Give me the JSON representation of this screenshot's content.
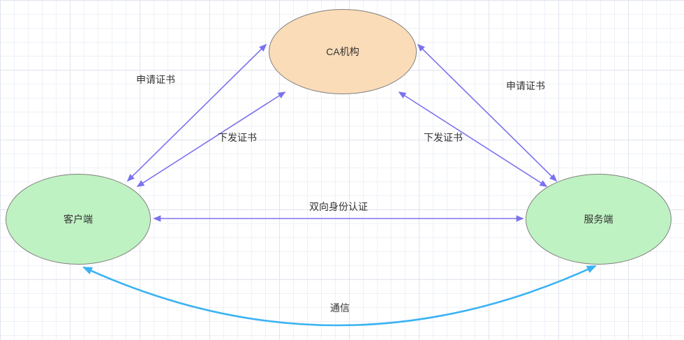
{
  "diagram": {
    "nodes": {
      "ca": {
        "label": "CA机构",
        "shape": "ellipse",
        "fill": "#fbdcb8",
        "stroke": "#7f7f7f"
      },
      "client": {
        "label": "客户端",
        "shape": "ellipse",
        "fill": "#bff2c2",
        "stroke": "#7f7f7f"
      },
      "server": {
        "label": "服务端",
        "shape": "ellipse",
        "fill": "#bff2c2",
        "stroke": "#7f7f7f"
      }
    },
    "edges": {
      "client_apply": {
        "label": "申请证书",
        "from": "client",
        "to": "ca",
        "arrows": "both",
        "color": "#7b72ee"
      },
      "client_issue": {
        "label": "下发证书",
        "from": "ca",
        "to": "client",
        "arrows": "both",
        "color": "#7b72ee"
      },
      "server_apply": {
        "label": "申请证书",
        "from": "server",
        "to": "ca",
        "arrows": "both",
        "color": "#7b72ee"
      },
      "server_issue": {
        "label": "下发证书",
        "from": "ca",
        "to": "server",
        "arrows": "both",
        "color": "#7b72ee"
      },
      "mutual_auth": {
        "label": "双向身份认证",
        "from": "client",
        "to": "server",
        "arrows": "both",
        "color": "#7b72ee"
      },
      "communication": {
        "label": "通信",
        "from": "client",
        "to": "server",
        "arrows": "both",
        "color": "#3bb3f3"
      }
    }
  }
}
